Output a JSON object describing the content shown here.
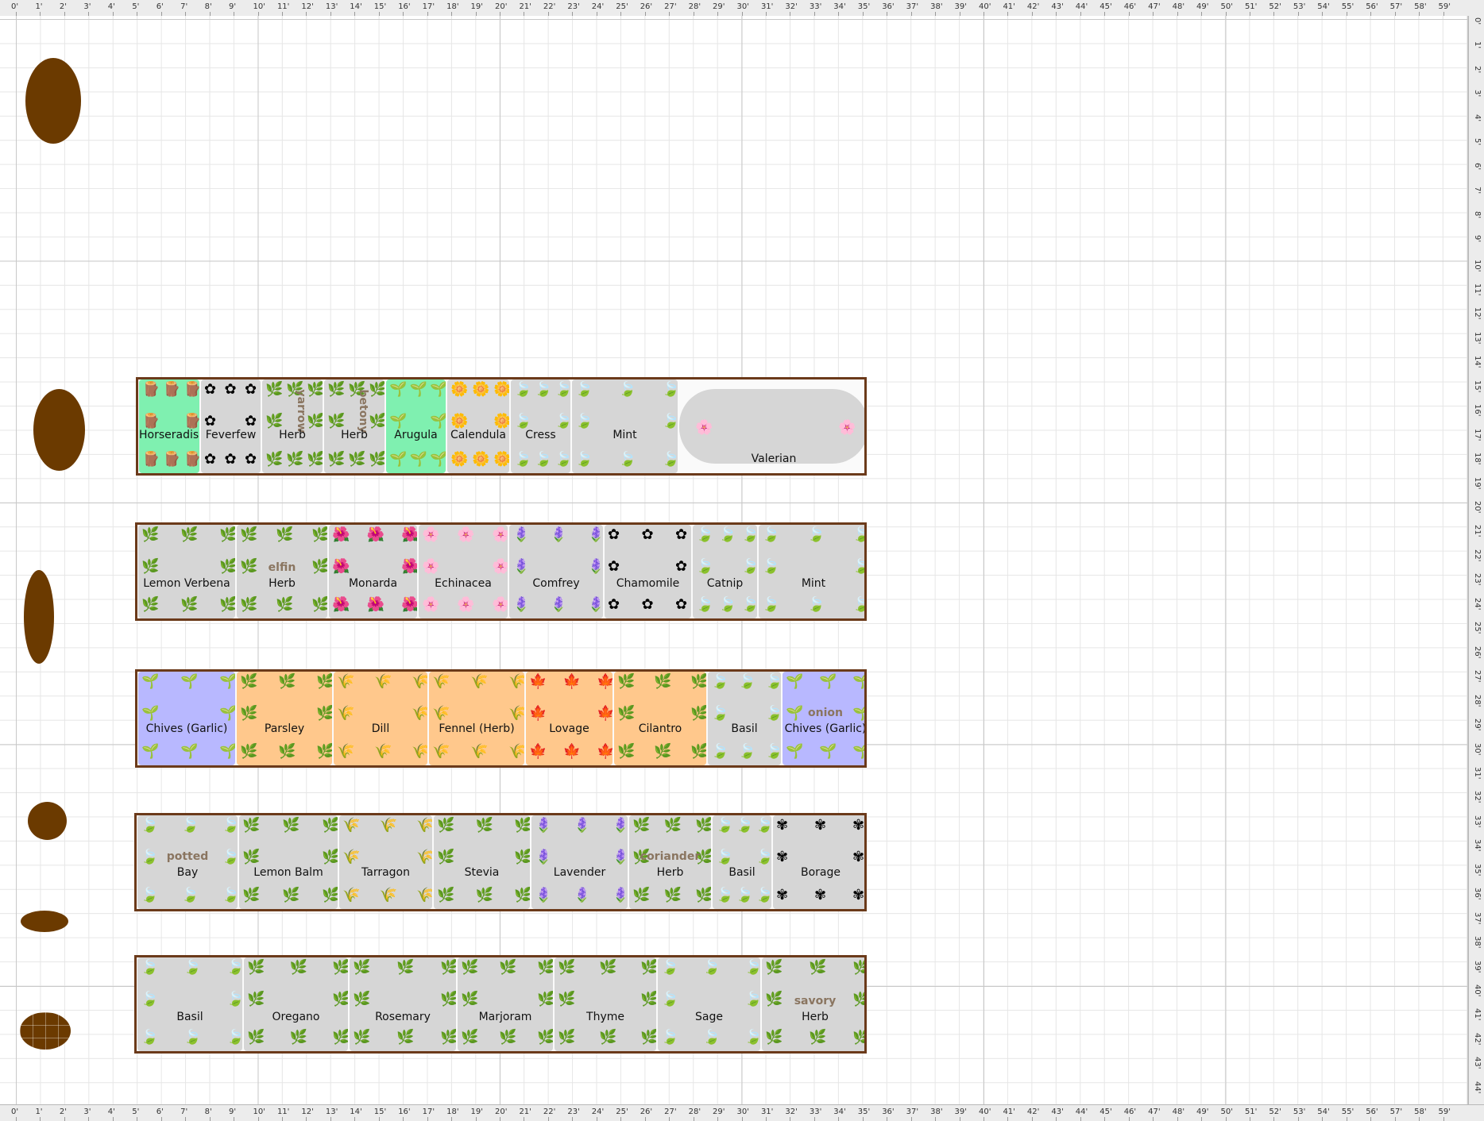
{
  "ruler": {
    "feet_h": [
      "0'",
      "1'",
      "2'",
      "3'",
      "4'",
      "5'",
      "6'",
      "7'",
      "8'",
      "9'",
      "10'",
      "11'",
      "12'",
      "13'",
      "14'",
      "15'",
      "16'",
      "17'",
      "18'",
      "19'",
      "20'",
      "21'",
      "22'",
      "23'",
      "24'",
      "25'",
      "26'",
      "27'",
      "28'",
      "29'",
      "30'",
      "31'",
      "32'",
      "33'",
      "34'",
      "35'",
      "36'",
      "37'",
      "38'",
      "39'",
      "40'",
      "41'",
      "42'",
      "43'",
      "44'",
      "45'",
      "46'",
      "47'",
      "48'",
      "49'",
      "50'",
      "51'",
      "52'",
      "53'",
      "54'",
      "55'",
      "56'",
      "57'",
      "58'",
      "59'"
    ],
    "feet_v": [
      "0'",
      "1'",
      "2'",
      "3'",
      "4'",
      "5'",
      "6'",
      "7'",
      "8'",
      "9'",
      "10'",
      "11'",
      "12'",
      "13'",
      "14'",
      "15'",
      "16'",
      "17'",
      "18'",
      "19'",
      "20'",
      "21'",
      "22'",
      "23'",
      "24'",
      "25'",
      "26'",
      "27'",
      "28'",
      "29'",
      "30'",
      "31'",
      "32'",
      "33'",
      "34'",
      "35'",
      "36'",
      "37'",
      "38'",
      "39'",
      "40'",
      "41'",
      "42'",
      "43'",
      "44'"
    ]
  },
  "colors": {
    "bed_border": "#6b3a1a",
    "tree": "#6b3a00",
    "gray_fill": "#d6d6d6",
    "green_fill": "#7ff0b0",
    "orange_fill": "#ffc88c",
    "purple_fill": "#b8b8ff",
    "tag_text": "#8a7560"
  },
  "beds": [
    {
      "name": "bed-1",
      "plants": [
        {
          "label": "Horseradish",
          "fill": "#7ff0b0",
          "glyph": "🪵"
        },
        {
          "label": "Feverfew",
          "fill": "#d6d6d6",
          "glyph": "✿"
        },
        {
          "label": "Herb",
          "tag": "yarrow",
          "tag_vertical": true,
          "fill": "#d6d6d6",
          "glyph": "🌿"
        },
        {
          "label": "Herb",
          "tag": "betony",
          "tag_vertical": true,
          "fill": "#d6d6d6",
          "glyph": "🌿"
        },
        {
          "label": "Arugula",
          "fill": "#7ff0b0",
          "glyph": "🌱"
        },
        {
          "label": "Calendula",
          "fill": "#d6d6d6",
          "glyph": "🌼"
        },
        {
          "label": "Cress",
          "fill": "#d6d6d6",
          "glyph": "🍃"
        },
        {
          "label": "Mint",
          "fill": "#d6d6d6",
          "glyph": "🍃"
        },
        {
          "label": "Valerian",
          "fill": "#d6d6d6",
          "glyph": "🌸"
        }
      ]
    },
    {
      "name": "bed-2",
      "plants": [
        {
          "label": "Lemon Verbena",
          "fill": "#d6d6d6",
          "glyph": "🌿"
        },
        {
          "label": "Herb",
          "tag": "elfin",
          "fill": "#d6d6d6",
          "glyph": "🌿"
        },
        {
          "label": "Monarda",
          "fill": "#d6d6d6",
          "glyph": "🌺"
        },
        {
          "label": "Echinacea",
          "fill": "#d6d6d6",
          "glyph": "🌸"
        },
        {
          "label": "Comfrey",
          "fill": "#d6d6d6",
          "glyph": "🪻"
        },
        {
          "label": "Chamomile",
          "fill": "#d6d6d6",
          "glyph": "✿"
        },
        {
          "label": "Catnip",
          "fill": "#d6d6d6",
          "glyph": "🍃"
        },
        {
          "label": "Mint",
          "fill": "#d6d6d6",
          "glyph": "🍃"
        }
      ]
    },
    {
      "name": "bed-3",
      "plants": [
        {
          "label": "Chives (Garlic)",
          "fill": "#b8b8ff",
          "glyph": "🌱"
        },
        {
          "label": "Parsley",
          "fill": "#ffc88c",
          "glyph": "🌿"
        },
        {
          "label": "Dill",
          "fill": "#ffc88c",
          "glyph": "🌾"
        },
        {
          "label": "Fennel (Herb)",
          "fill": "#ffc88c",
          "glyph": "🌾"
        },
        {
          "label": "Lovage",
          "fill": "#ffc88c",
          "glyph": "🍁"
        },
        {
          "label": "Cilantro",
          "fill": "#ffc88c",
          "glyph": "🌿"
        },
        {
          "label": "Basil",
          "fill": "#d6d6d6",
          "glyph": "🍃"
        },
        {
          "label": "Chives (Garlic)",
          "tag": "onion",
          "fill": "#b8b8ff",
          "glyph": "🌱"
        }
      ]
    },
    {
      "name": "bed-4",
      "plants": [
        {
          "label": "Bay",
          "tag": "potted",
          "fill": "#d6d6d6",
          "glyph": "🍃"
        },
        {
          "label": "Lemon Balm",
          "fill": "#d6d6d6",
          "glyph": "🌿"
        },
        {
          "label": "Tarragon",
          "fill": "#d6d6d6",
          "glyph": "🌾"
        },
        {
          "label": "Stevia",
          "fill": "#d6d6d6",
          "glyph": "🌿"
        },
        {
          "label": "Lavender",
          "fill": "#d6d6d6",
          "glyph": "🪻"
        },
        {
          "label": "Herb",
          "tag": "coriander",
          "fill": "#d6d6d6",
          "glyph": "🌿"
        },
        {
          "label": "Basil",
          "fill": "#d6d6d6",
          "glyph": "🍃"
        },
        {
          "label": "Borage",
          "fill": "#d6d6d6",
          "glyph": "✾"
        }
      ]
    },
    {
      "name": "bed-5",
      "plants": [
        {
          "label": "Basil",
          "fill": "#d6d6d6",
          "glyph": "🍃"
        },
        {
          "label": "Oregano",
          "fill": "#d6d6d6",
          "glyph": "🌿"
        },
        {
          "label": "Rosemary",
          "fill": "#d6d6d6",
          "glyph": "🌿"
        },
        {
          "label": "Marjoram",
          "fill": "#d6d6d6",
          "glyph": "🌿"
        },
        {
          "label": "Thyme",
          "fill": "#d6d6d6",
          "glyph": "🌿"
        },
        {
          "label": "Sage",
          "fill": "#d6d6d6",
          "glyph": "🍃"
        },
        {
          "label": "Herb",
          "tag": "savory",
          "fill": "#d6d6d6",
          "glyph": "🌿"
        }
      ]
    }
  ]
}
